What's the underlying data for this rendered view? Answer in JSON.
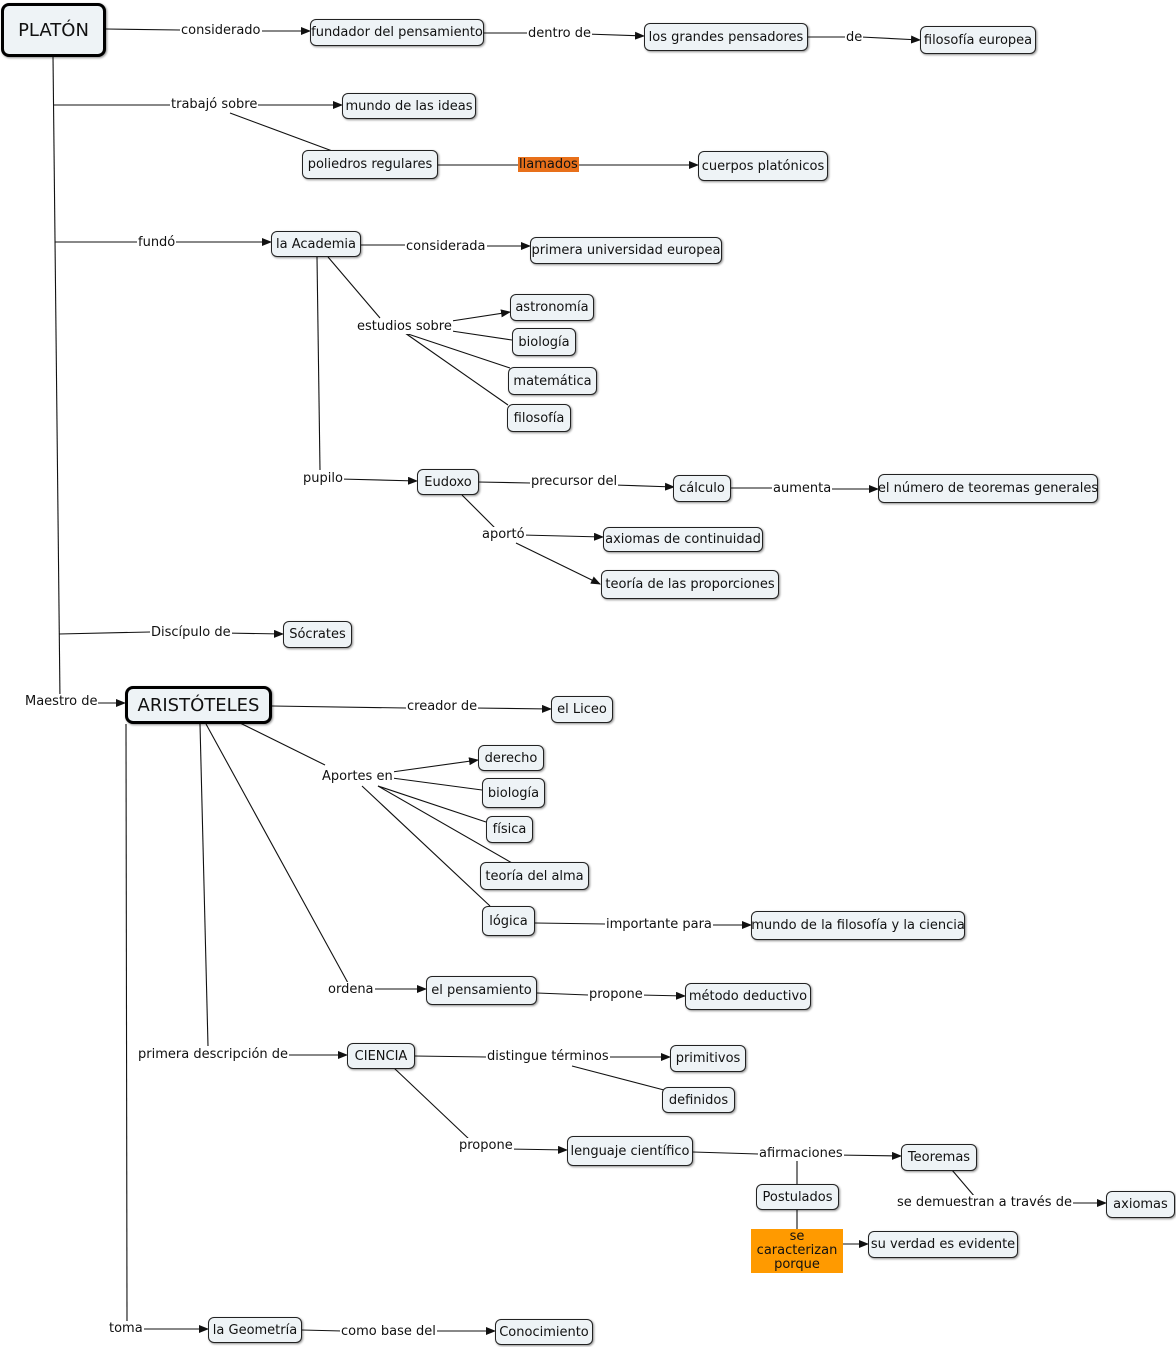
{
  "nodes": {
    "platon": "PLATÓN",
    "fundador": "fundador del pensamiento",
    "pensadores": "los grandes pensadores",
    "filo_europea": "filosofía europea",
    "mundo_ideas": "mundo de las ideas",
    "poliedros": "poliedros  regulares",
    "cuerpos": "cuerpos platónicos",
    "academia": "la Academia",
    "universidad": "primera universidad europea",
    "astronomia": "astronomía",
    "biologia1": "biología",
    "matematica": "matemática",
    "filosofia": "filosofía",
    "eudoxo": "Eudoxo",
    "calculo": "cálculo",
    "teoremas_gen": "el número de teoremas generales",
    "axiomas_cont": "axiomas de continuidad",
    "proporciones": "teoría de las  proporciones",
    "socrates": "Sócrates",
    "aristoteles": "ARISTÓTELES",
    "liceo": "el Liceo",
    "derecho": "derecho",
    "biologia2": "biología",
    "fisica": "física",
    "alma": "teoría del alma",
    "logica": "lógica",
    "mundo_filo": "mundo de la filosofía y la ciencia",
    "pensamiento": "el pensamiento",
    "metodo": "método deductivo",
    "ciencia": "CIENCIA",
    "primitivos": "primitivos",
    "definidos": "definidos",
    "lenguaje": "lenguaje científico",
    "teoremas": "Teoremas",
    "postulados": "Postulados",
    "axiomas": "axiomas",
    "verdad": "su verdad es evidente",
    "geometria": "la Geometría",
    "conocimiento": "Conocimiento"
  },
  "links": {
    "considerado": "considerado",
    "dentro_de": "dentro de",
    "de": "de",
    "trabajo_sobre": "trabajó sobre",
    "llamados": "llamados",
    "fundo": "fundó",
    "considerada": "considerada",
    "estudios_sobre": "estudios sobre",
    "pupilo": "pupilo",
    "precursor": "precursor del",
    "aumenta": "aumenta",
    "aporto": "aportó",
    "discipulo": "Discípulo de",
    "maestro": "Maestro de",
    "creador": "creador de",
    "aportes": "Aportes en",
    "importante": "importante para",
    "ordena": "ordena",
    "propone1": "propone",
    "primera_desc": "primera descripción de",
    "distingue": "distingue términos",
    "propone2": "propone",
    "afirmaciones": "afirmaciones",
    "demuestran": "se demuestran a través de",
    "caracterizan": "se caracterizan porque",
    "toma": "toma",
    "base": "como base del"
  },
  "colors": {
    "node_fill": "#eef3f6",
    "highlight_orange_dark": "#e8701a",
    "highlight_orange": "#ff9a00"
  }
}
